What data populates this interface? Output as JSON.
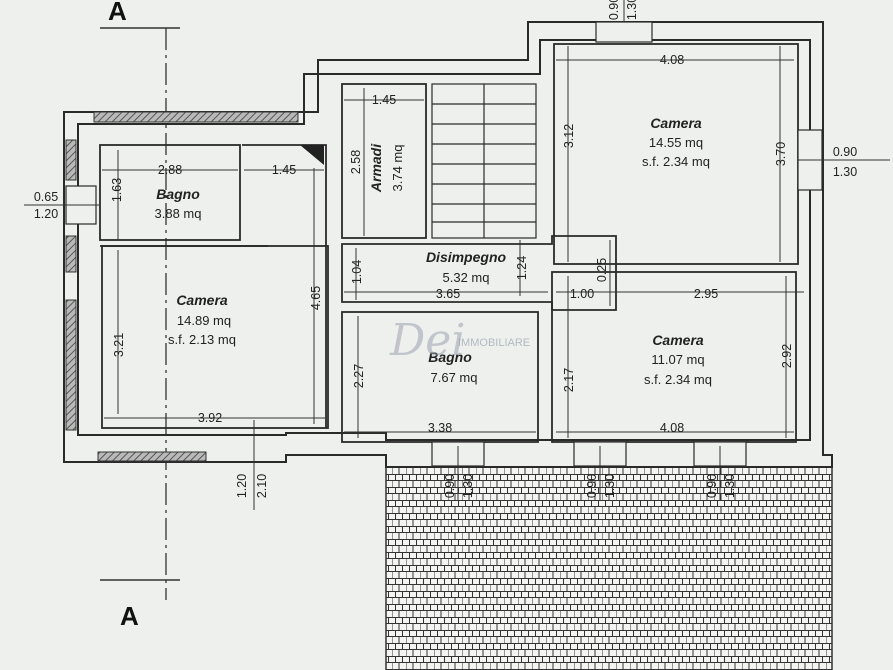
{
  "section_labels": {
    "top": "A",
    "bottom": "A"
  },
  "watermark": {
    "logo": "Dei",
    "tagline": "IMMOBILIARE"
  },
  "rooms": [
    {
      "id": "bagno-1",
      "name": "Bagno",
      "area": "3.88 mq"
    },
    {
      "id": "camera-1",
      "name": "Camera",
      "area": "14.89 mq",
      "sf": "s.f. 2.13 mq"
    },
    {
      "id": "armadi",
      "name": "Armadi",
      "area": "3.74 mq"
    },
    {
      "id": "disimpegno",
      "name": "Disimpegno",
      "area": "5.32 mq"
    },
    {
      "id": "bagno-2",
      "name": "Bagno",
      "area": "7.67 mq"
    },
    {
      "id": "camera-2",
      "name": "Camera",
      "area": "14.55 mq",
      "sf": "s.f. 2.34 mq"
    },
    {
      "id": "camera-3",
      "name": "Camera",
      "area": "11.07 mq",
      "sf": "s.f. 2.34 mq"
    }
  ],
  "dimensions": {
    "bagno1_w": "2.88",
    "bagno1_h": "1.63",
    "corridor_w": "1.45",
    "camera1_h_right": "4.65",
    "camera1_h": "3.21",
    "camera1_w": "3.92",
    "armadi_w": "1.45",
    "armadi_h": "2.58",
    "dis_h_left": "1.04",
    "dis_w": "3.65",
    "dis_h": "1.24",
    "dis_ext_w": "1.00",
    "dis_ext_h": "0.25",
    "bagno2_h": "2.27",
    "bagno2_w": "3.38",
    "camera2_top_w": "4.08",
    "camera2_h_left": "3.12",
    "camera2_h_right": "3.70",
    "camera3_w_top": "2.95",
    "camera3_h_left": "2.17",
    "camera3_h_right": "2.92",
    "camera3_w": "4.08",
    "win_left_w": "0.65",
    "win_left_h": "1.20",
    "win_right_w": "0.90",
    "win_right_h": "1.30",
    "door_front_w": "1.20",
    "door_front_h": "2.10",
    "win_top_w": "0.90",
    "win_top_h": "1.30",
    "win_b1_w": "0.90",
    "win_b1_h": "1.30",
    "win_b2_w": "0.90",
    "win_b2_h": "1.30",
    "win_b3_w": "0.90",
    "win_b3_h": "1.30"
  }
}
